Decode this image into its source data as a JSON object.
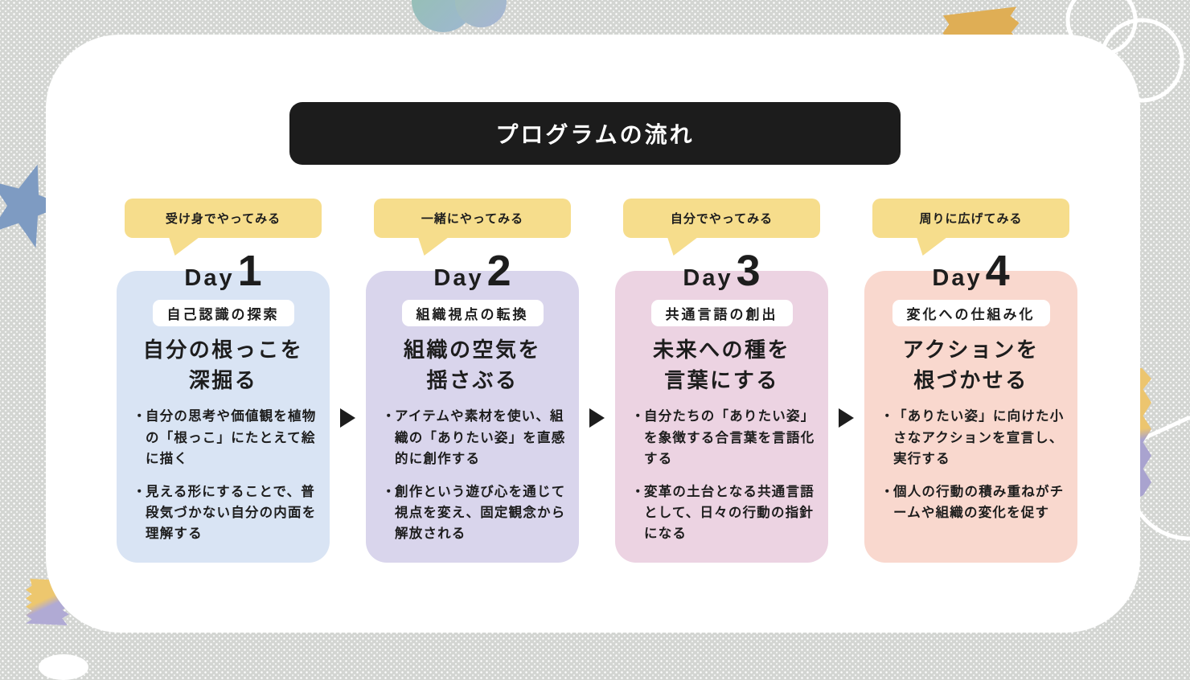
{
  "page": {
    "title": "プログラムの流れ"
  },
  "bullet_marker": "・",
  "colors": {
    "background": "#d3d5d2",
    "panel": "#ffffff",
    "title_bar": "#1c1c1c",
    "bubble": "#f6dd8c",
    "text": "#1d1d1d",
    "arrow": "#1d1d1d",
    "card_day1": "#d9e4f4",
    "card_day2": "#d9d5ec",
    "card_day3": "#ecd3e2",
    "card_day4": "#f9d8ce"
  },
  "columns": [
    {
      "bubble_label": "受け身でやってみる",
      "day_word": "Day",
      "day_number": "1",
      "badge": "自己認識の探索",
      "heading_line1": "自分の根っこを",
      "heading_line2": "深掘る",
      "bullets": [
        "自分の思考や価値観を植物の「根っこ」にたとえて絵に描く",
        "見える形にすることで、普段気づかない自分の内面を理解する"
      ],
      "card_color": "#d9e4f4"
    },
    {
      "bubble_label": "一緒にやってみる",
      "day_word": "Day",
      "day_number": "2",
      "badge": "組織視点の転換",
      "heading_line1": "組織の空気を",
      "heading_line2": "揺さぶる",
      "bullets": [
        "アイテムや素材を使い、組織の「ありたい姿」を直感的に創作する",
        "創作という遊び心を通じて視点を変え、固定観念から解放される"
      ],
      "card_color": "#d9d5ec"
    },
    {
      "bubble_label": "自分でやってみる",
      "day_word": "Day",
      "day_number": "3",
      "badge": "共通言語の創出",
      "heading_line1": "未来への種を",
      "heading_line2": "言葉にする",
      "bullets": [
        "自分たちの「ありたい姿」を象徴する合言葉を言語化する",
        "変革の土台となる共通言語として、日々の行動の指針になる"
      ],
      "card_color": "#ecd3e2"
    },
    {
      "bubble_label": "周りに広げてみる",
      "day_word": "Day",
      "day_number": "4",
      "badge": "変化への仕組み化",
      "heading_line1": "アクションを",
      "heading_line2": "根づかせる",
      "bullets": [
        "「ありたい姿」に向けた小さなアクションを宣言し、実行する",
        "個人の行動の積み重ねがチームや組織の変化を促す"
      ],
      "card_color": "#f9d8ce"
    }
  ]
}
